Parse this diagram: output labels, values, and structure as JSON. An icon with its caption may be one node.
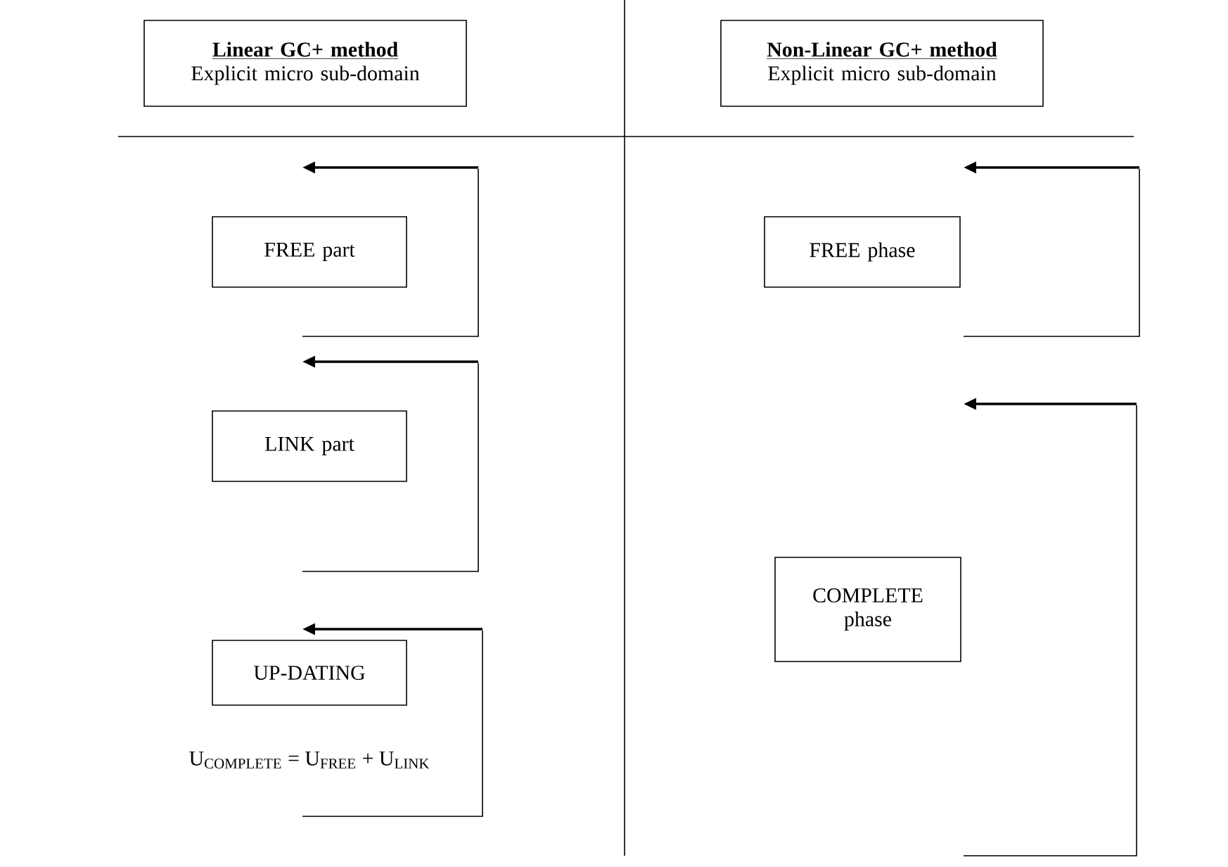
{
  "diagram": {
    "nodes": [
      {
        "text": [
          "Linear GC+ method",
          "Explicit micro sub-domain"
        ]
      },
      {
        "text": [
          "Non-Linear GC+ method",
          "Explicit micro sub-domain"
        ]
      },
      {
        "text": [
          "FREE part"
        ]
      },
      {
        "text": [
          "LINK part"
        ]
      },
      {
        "text": [
          "UP-DATING"
        ]
      },
      {
        "text": [
          "FREE phase"
        ]
      },
      {
        "text": [
          "COMPLETE phase"
        ]
      }
    ],
    "labels": [
      "U$_{COMPLETE}$ = U$_{FREE}$ + U$_{LINK}$"
    ]
  }
}
